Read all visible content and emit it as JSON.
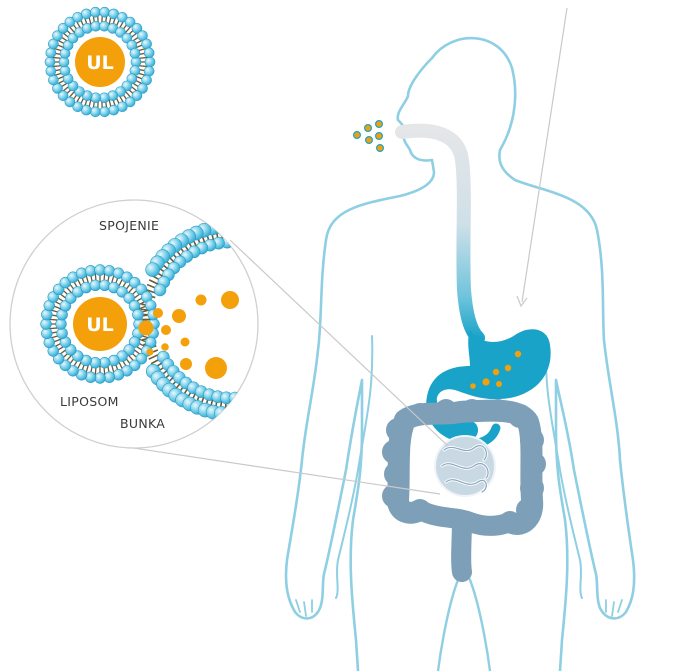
{
  "labels": {
    "ul_top": "UL",
    "ul_zoom": "UL",
    "spojenie": "SPOJENIE",
    "liposom": "LIPOSOM",
    "bunka": "BUNKA"
  },
  "colors": {
    "body_outline": "#8ecfe3",
    "membrane_head": "#5ec4e4",
    "membrane_head_light": "#c6ebf7",
    "membrane_tail": "#6b5a36",
    "core_orange": "#f4a00a",
    "stomach_blue": "#1aa3c8",
    "intestine": "#7d9fb8",
    "esophagus_top": "#e3e6e8"
  },
  "icons": {
    "liposome": "liposome-icon",
    "stomach": "stomach-icon",
    "intestine": "intestine-icon"
  }
}
